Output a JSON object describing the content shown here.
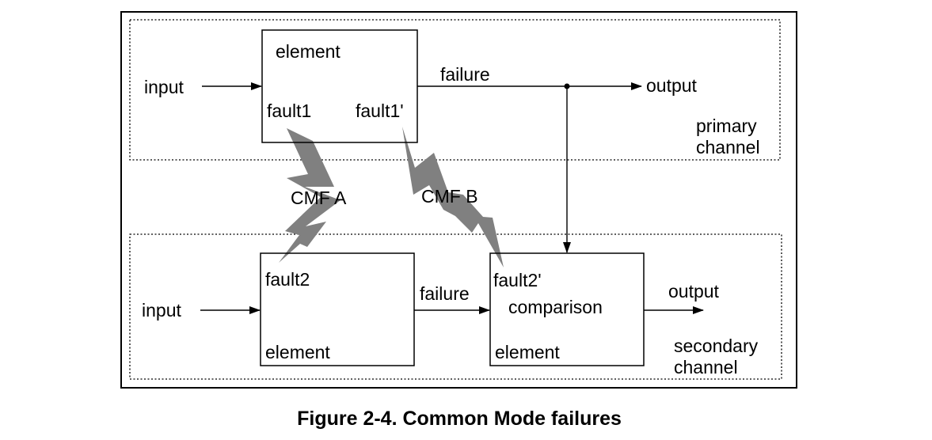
{
  "caption": "Figure 2-4. Common Mode failures",
  "primary": {
    "input": "input",
    "element": "element",
    "fault_left": "fault1",
    "fault_right": "fault1'",
    "failure": "failure",
    "output": "output",
    "channel_line1": "primary",
    "channel_line2": "channel"
  },
  "secondary": {
    "input": "input",
    "fault_left": "fault2",
    "element_left": "element",
    "failure": "failure",
    "fault_right": "fault2'",
    "comparison": "comparison",
    "element_right": "element",
    "output": "output",
    "channel_line1": "secondary",
    "channel_line2": "channel"
  },
  "cmf": {
    "a": "CMF A",
    "b": "CMF B"
  },
  "colors": {
    "line": "#000000",
    "bolt": "#808080",
    "background": "#ffffff"
  }
}
